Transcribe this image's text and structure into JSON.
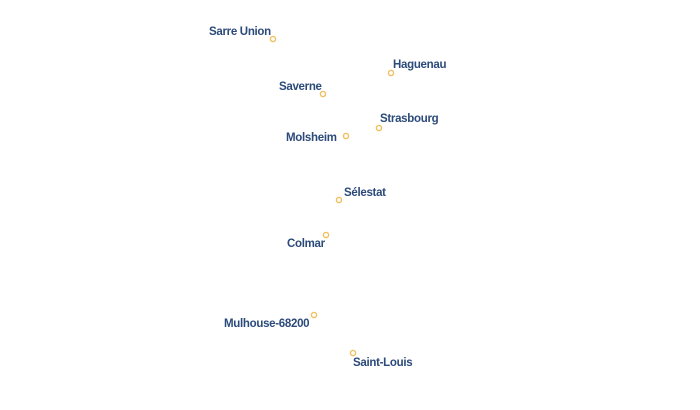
{
  "map": {
    "colors": {
      "label_fill": "#2b4a7a",
      "label_halo": "#ffffff",
      "marker_stroke": "#f0c060",
      "marker_fill": "#ffffff"
    },
    "marker_icon": "circle-marker-icon",
    "cities": [
      {
        "name": "Sarre Union"
      },
      {
        "name": "Haguenau"
      },
      {
        "name": "Saverne"
      },
      {
        "name": "Strasbourg"
      },
      {
        "name": "Molsheim"
      },
      {
        "name": "Sélestat"
      },
      {
        "name": "Colmar"
      },
      {
        "name": "Mulhouse-68200"
      },
      {
        "name": "Saint-Louis"
      }
    ]
  }
}
